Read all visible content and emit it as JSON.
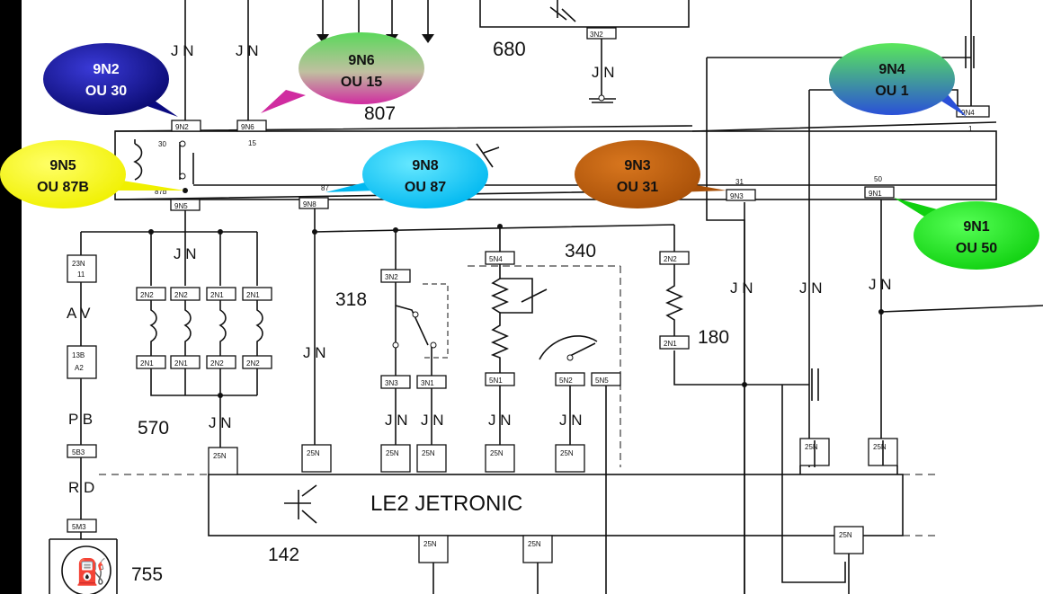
{
  "bubbles": [
    {
      "id": "9N2",
      "line1": "9N2",
      "line2": "OU 30",
      "color": "#1a1aa0",
      "text_color": "#ffffff"
    },
    {
      "id": "9N6",
      "line1": "9N6",
      "line2": "OU 15",
      "color": "#6fcf5a",
      "text_color": "#111111"
    },
    {
      "id": "9N4",
      "line1": "9N4",
      "line2": "OU 1",
      "color": "#25b0c8",
      "text_color": "#111111"
    },
    {
      "id": "9N5",
      "line1": "9N5",
      "line2": "OU 87B",
      "color": "#ffff22",
      "text_color": "#111111"
    },
    {
      "id": "9N8",
      "line1": "9N8",
      "line2": "OU 87",
      "color": "#11c8f0",
      "text_color": "#111111"
    },
    {
      "id": "9N3",
      "line1": "9N3",
      "line2": "OU 31",
      "color": "#c0600e",
      "text_color": "#111111"
    },
    {
      "id": "9N1",
      "line1": "9N1",
      "line2": "OU 50",
      "color": "#22ee22",
      "text_color": "#111111"
    }
  ],
  "components": {
    "c680": "680",
    "c807": "807",
    "c340": "340",
    "c318": "318",
    "c180": "180",
    "c570": "570",
    "c142": "142",
    "c755": "755",
    "ecu_label": "LE2 JETRONIC"
  },
  "wire_codes": {
    "jn": "J N",
    "av": "A V",
    "pb": "P B",
    "rd": "R D"
  },
  "connectors": {
    "n9N2": "9N2",
    "n9N6": "9N6",
    "n9N5": "9N5",
    "n9N8": "9N8",
    "n9N3": "9N3",
    "n9N1": "9N1",
    "n9N4": "9N4",
    "n3N2": "3N2",
    "n23N": "23N",
    "n11": "11",
    "n13B": "13B",
    "nA2": "A2",
    "n5B3": "5B3",
    "n5M3": "5M3",
    "n2N2": "2N2",
    "n2N1": "2N1",
    "n5N4": "5N4",
    "n5N1": "5N1",
    "n5N2": "5N2",
    "n5N5": "5N5",
    "n3N3": "3N3",
    "n3N1": "3N1",
    "n25N": "25N"
  },
  "pin_labels": {
    "p30": "30",
    "p15": "15",
    "p87b": "87b",
    "p87": "87",
    "p31": "31",
    "p50": "50",
    "p1": "1"
  }
}
